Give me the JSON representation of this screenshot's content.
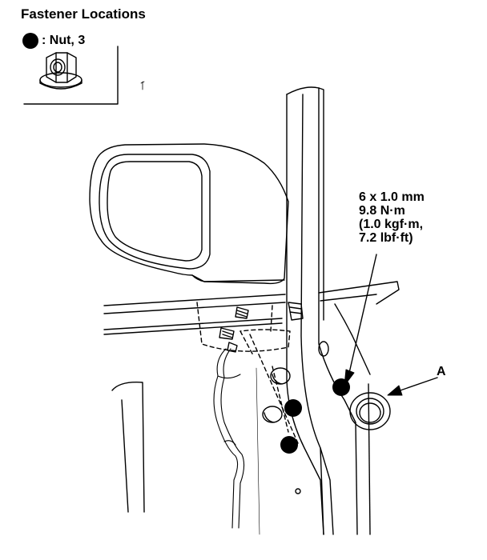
{
  "legend": {
    "title": "Fastener Locations",
    "nut_label": ": Nut, 3"
  },
  "spec": {
    "lines": [
      "6 x 1.0 mm",
      "9.8 N·m",
      "(1.0 kgf·m,",
      "7.2 lbf·ft)"
    ]
  },
  "callouts": {
    "grommet_label": "A"
  },
  "colors": {
    "ink": "#000000",
    "paper": "#ffffff"
  },
  "icons": {
    "legend_marker": "filled-circle-icon",
    "legend_part": "flange-nut-icon"
  }
}
